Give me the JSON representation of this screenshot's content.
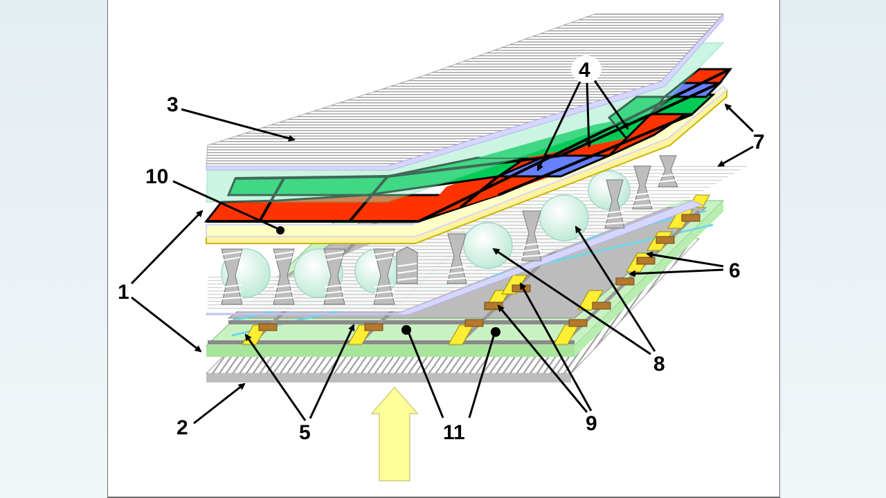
{
  "labels": {
    "l1": "1",
    "l2": "2",
    "l3": "3",
    "l4": "4",
    "l5": "5",
    "l6": "6",
    "l7": "7",
    "l8": "8",
    "l9": "9",
    "l10": "10",
    "l11": "11"
  },
  "colors": {
    "red": "#ff3300",
    "green": "#00cc55",
    "blue": "#6680ff",
    "brown": "#c87f3c",
    "yellow_film": "#ffffc6",
    "light_arrow": "#ffff99"
  }
}
